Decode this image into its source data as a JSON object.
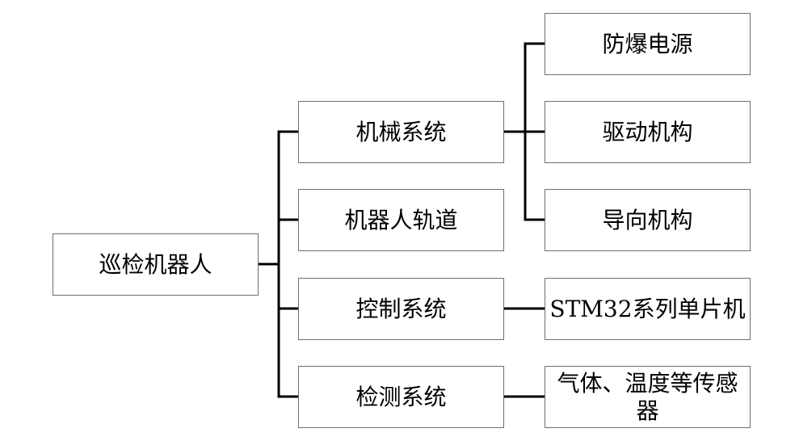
{
  "diagram": {
    "root": {
      "label": "巡检机器人"
    },
    "branches": [
      {
        "label": "机械系统",
        "children": [
          "防爆电源",
          "驱动机构",
          "导向机构"
        ]
      },
      {
        "label": "机器人轨道",
        "children": []
      },
      {
        "label": "控制系统",
        "children": [
          "STM32系列单片机"
        ]
      },
      {
        "label": "检测系统",
        "children": [
          "气体、温度等传感器"
        ]
      }
    ]
  },
  "colors": {
    "line": "#000000",
    "box_border": "#6e6e6e",
    "box_fill": "#ffffff",
    "text": "#000000"
  }
}
